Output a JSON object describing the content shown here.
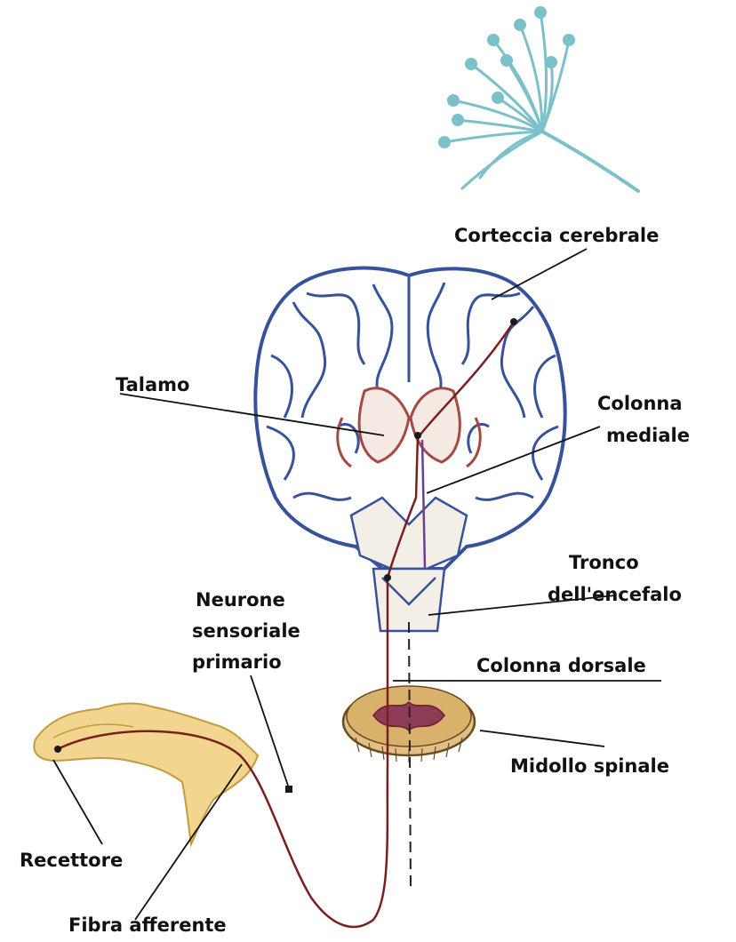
{
  "labels": {
    "corteccia": "Corteccia cerebrale",
    "talamo": "Talamo",
    "colonna_mediale_1": "Colonna",
    "colonna_mediale_2": "mediale",
    "tronco_1": "Tronco",
    "tronco_2": "dell'encefalo",
    "neurone_1": "Neurone",
    "neurone_2": "sensoriale",
    "neurone_3": "primario",
    "colonna_dorsale": "Colonna dorsale",
    "midollo": "Midollo spinale",
    "recettore": "Recettore",
    "fibra": "Fibra afferente"
  },
  "colors": {
    "logo": "#7cc0c9",
    "brain_outline": "#36529a",
    "neuron_path": "#7a1f1f",
    "thalamus": "#a34a43",
    "spinal_tan": "#d8b26a",
    "skin": "#f2d58e",
    "text": "#111111"
  },
  "icons": [
    "dandelion-logo-icon"
  ]
}
